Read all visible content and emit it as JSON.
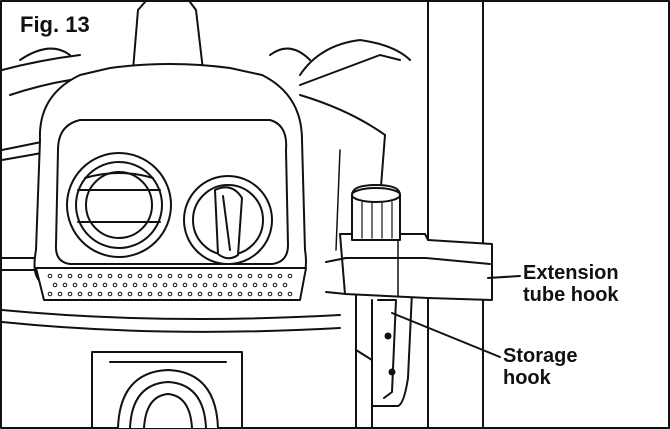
{
  "figure": {
    "title": "Fig. 13"
  },
  "callouts": {
    "extension_tube_hook": "Extension\ntube hook",
    "storage_hook": "Storage\nhook"
  },
  "colors": {
    "line": "#111111",
    "fill": "#ffffff",
    "shade": "#e8e8e8"
  }
}
